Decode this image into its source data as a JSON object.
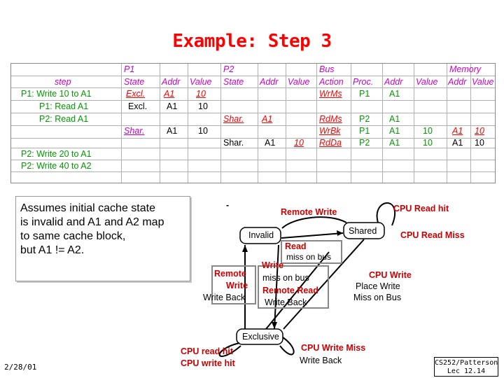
{
  "title": "Example: Step 3",
  "table": {
    "group_headers": {
      "p1": "P1",
      "p2": "P2",
      "bus": "Bus",
      "memory": "Memory"
    },
    "col_headers": [
      "step",
      "State",
      "Addr",
      "Value",
      "State",
      "Addr",
      "Value",
      "Action",
      "Proc.",
      "Addr",
      "Value",
      "Addr",
      "Value"
    ],
    "rows": [
      {
        "step": "P1: Write 10 to A1",
        "p1_state": "Excl.",
        "p1_addr": "A1",
        "p1_value": "10",
        "bus_action": "WrMs",
        "bus_proc": "P1",
        "bus_addr": "A1"
      },
      {
        "step": "P1: Read A1",
        "p1_state": "Excl.",
        "p1_addr": "A1",
        "p1_value": "10"
      },
      {
        "step": "P2: Read A1",
        "p2_state": "Shar.",
        "p2_addr": "A1",
        "bus_action": "RdMs",
        "bus_proc": "P2",
        "bus_addr": "A1"
      },
      {
        "p1_state": "Shar.",
        "p1_addr": "A1",
        "p1_value": "10",
        "bus_action": "WrBk",
        "bus_proc": "P1",
        "bus_addr": "A1",
        "bus_value": "10",
        "mem_addr": "A1",
        "mem_value": "10"
      },
      {
        "p2_state": "Shar.",
        "p2_addr": "A1",
        "p2_value": "10",
        "bus_action": "RdDa",
        "bus_proc": "P2",
        "bus_addr": "A1",
        "bus_value": "10",
        "mem_addr": "A1",
        "mem_value": "10"
      },
      {
        "step": "P2: Write 20 to A1"
      },
      {
        "step": "P2: Write 40 to A2"
      }
    ]
  },
  "note": "Assumes initial cache state\nis invalid and A1 and A2 map\nto same cache block,\nbut A1 != A2.",
  "diagram": {
    "states": {
      "invalid": "Invalid",
      "shared": "Shared",
      "exclusive": "Exclusive"
    },
    "labels": {
      "remote_write_top": "Remote Write",
      "cpu_read_hit_top": "CPU Read hit",
      "cpu_read_miss": "CPU Read Miss",
      "read": "Read",
      "miss_on_bus_1": "miss on bus",
      "write": "Write",
      "miss_on_bus_2": "miss on bus",
      "remote_read": "Remote Read",
      "write_back_mid": "Write Back",
      "remote_write_left_1": "Remote",
      "remote_write_left_2": "Write",
      "write_back_left": "Write Back",
      "cpu_write_1": "CPU Write",
      "cpu_write_2": "Place Write",
      "cpu_write_3": "Miss on Bus",
      "cpu_read_hit_bottom": "CPU read hit",
      "cpu_write_hit_bottom": "CPU write hit",
      "cpu_write_miss": "CPU Write Miss",
      "write_back_bottom": "Write Back",
      "dash": "-"
    }
  },
  "footer": {
    "date": "2/28/01",
    "course": "CS252/Patterson",
    "lecture": "Lec 12.14"
  }
}
